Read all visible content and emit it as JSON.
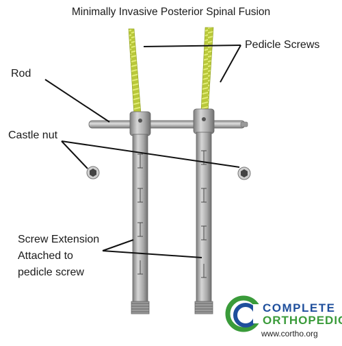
{
  "title": "Minimally Invasive Posterior Spinal Fusion",
  "labels": {
    "pedicle_screws": "Pedicle Screws",
    "rod": "Rod",
    "castle_nut": "Castle nut",
    "screw_extension_line1": "Screw Extension",
    "screw_extension_line2": "Attached to",
    "screw_extension_line3": "pedicle screw"
  },
  "logo": {
    "line1": "COMPLETE",
    "line2": "ORTHOPEDICS",
    "url": "www.cortho.org",
    "colors": {
      "green": "#3a9b3a",
      "blue": "#1f4f9c",
      "text": "#1a1a1a"
    }
  },
  "colors": {
    "screw_thread": "#c9d84a",
    "metal_light": "#c4c4c4",
    "metal_dark": "#8a8a8a",
    "leader_line": "#111111"
  }
}
